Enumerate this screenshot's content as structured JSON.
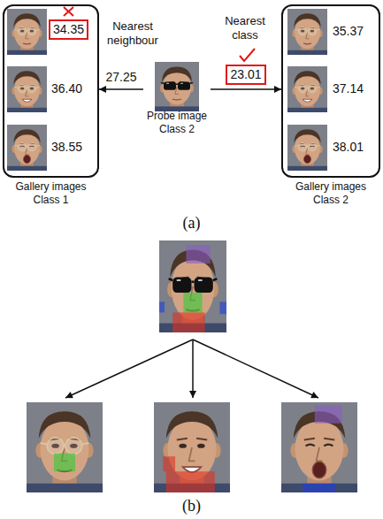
{
  "diagram": {
    "nodes": [
      {
        "text": [
          "Gallery images Class 1"
        ]
      },
      {
        "text": [
          "34.35"
        ],
        "in": 0
      },
      {
        "text": [
          "Probe image Class 2"
        ]
      },
      {
        "text": [
          "Gallery images Class 2"
        ]
      }
    ],
    "edges": [
      {
        "from": 2,
        "to": 0,
        "arrow": "to",
        "label": "27.25"
      },
      {
        "from": 2,
        "to": 3,
        "arrow": "to",
        "label": "23.01"
      }
    ],
    "labels": [
      "36.40",
      "38.55",
      "Nearest neighbour",
      "Nearest class",
      "35.37",
      "37.14",
      "38.01",
      "(a)",
      "(b)"
    ]
  }
}
